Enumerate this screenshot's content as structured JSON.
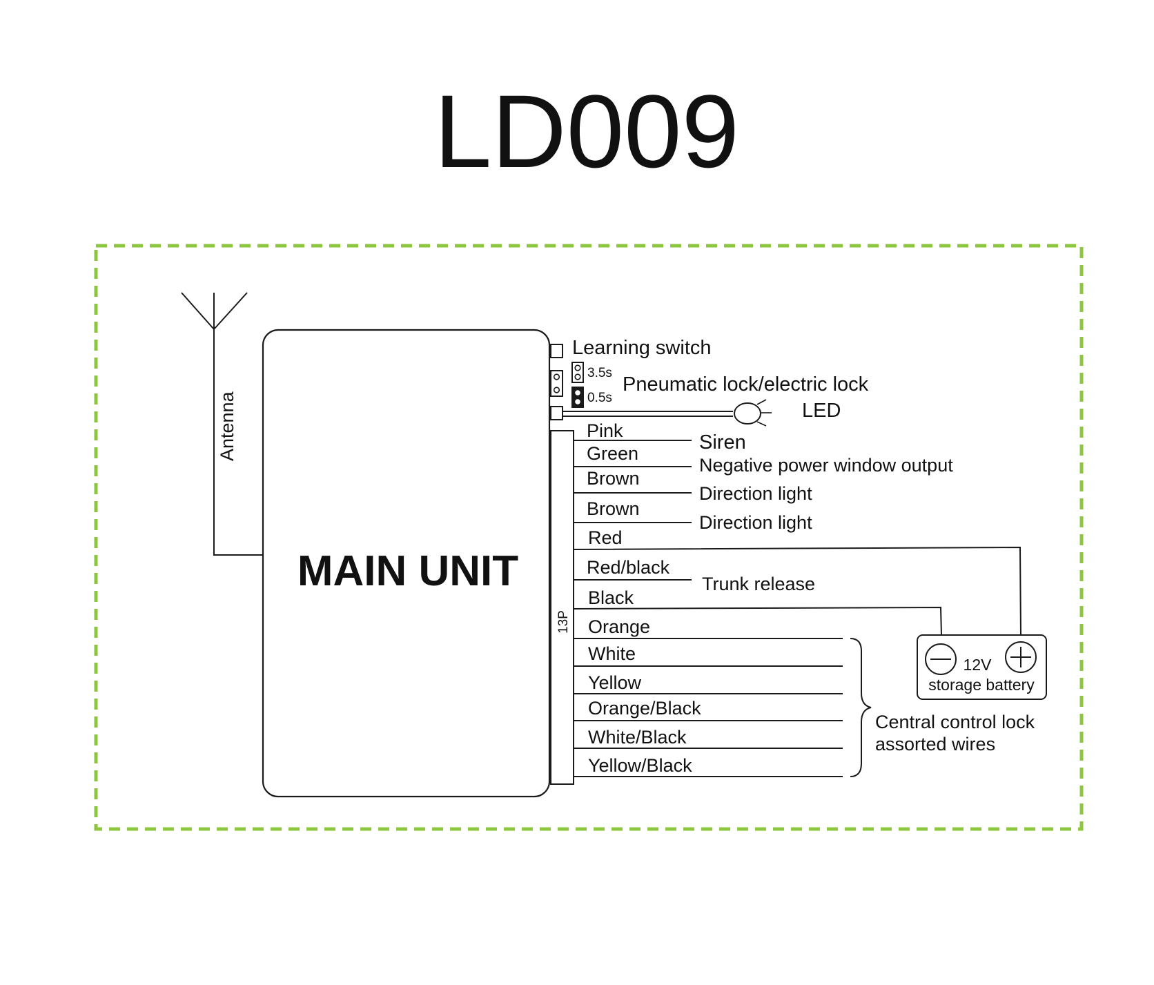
{
  "title": "LD009",
  "colors": {
    "frame": "#8dc63f",
    "ink": "#1a1a1a"
  },
  "main_unit": {
    "label": "MAIN UNIT"
  },
  "antenna": {
    "label": "Antenna"
  },
  "connector": {
    "label": "13P"
  },
  "top_controls": {
    "learning_switch": "Learning switch",
    "jumper_a": "3.5s",
    "jumper_b": "0.5s",
    "lock_mode": "Pneumatic lock/electric lock",
    "led": "LED"
  },
  "wires": [
    "Pink",
    "Green",
    "Brown",
    "Brown",
    "Red",
    "Red/black",
    "Black",
    "Orange",
    "White",
    "Yellow",
    "Orange/Black",
    "White/Black",
    "Yellow/Black"
  ],
  "descriptions": {
    "siren": "Siren",
    "window": "Negative power window output",
    "direction1": "Direction light",
    "direction2": "Direction light",
    "trunk": "Trunk release",
    "central_line1": "Central control lock",
    "central_line2": "assorted wires"
  },
  "battery": {
    "voltage": "12V",
    "label": "storage battery"
  }
}
